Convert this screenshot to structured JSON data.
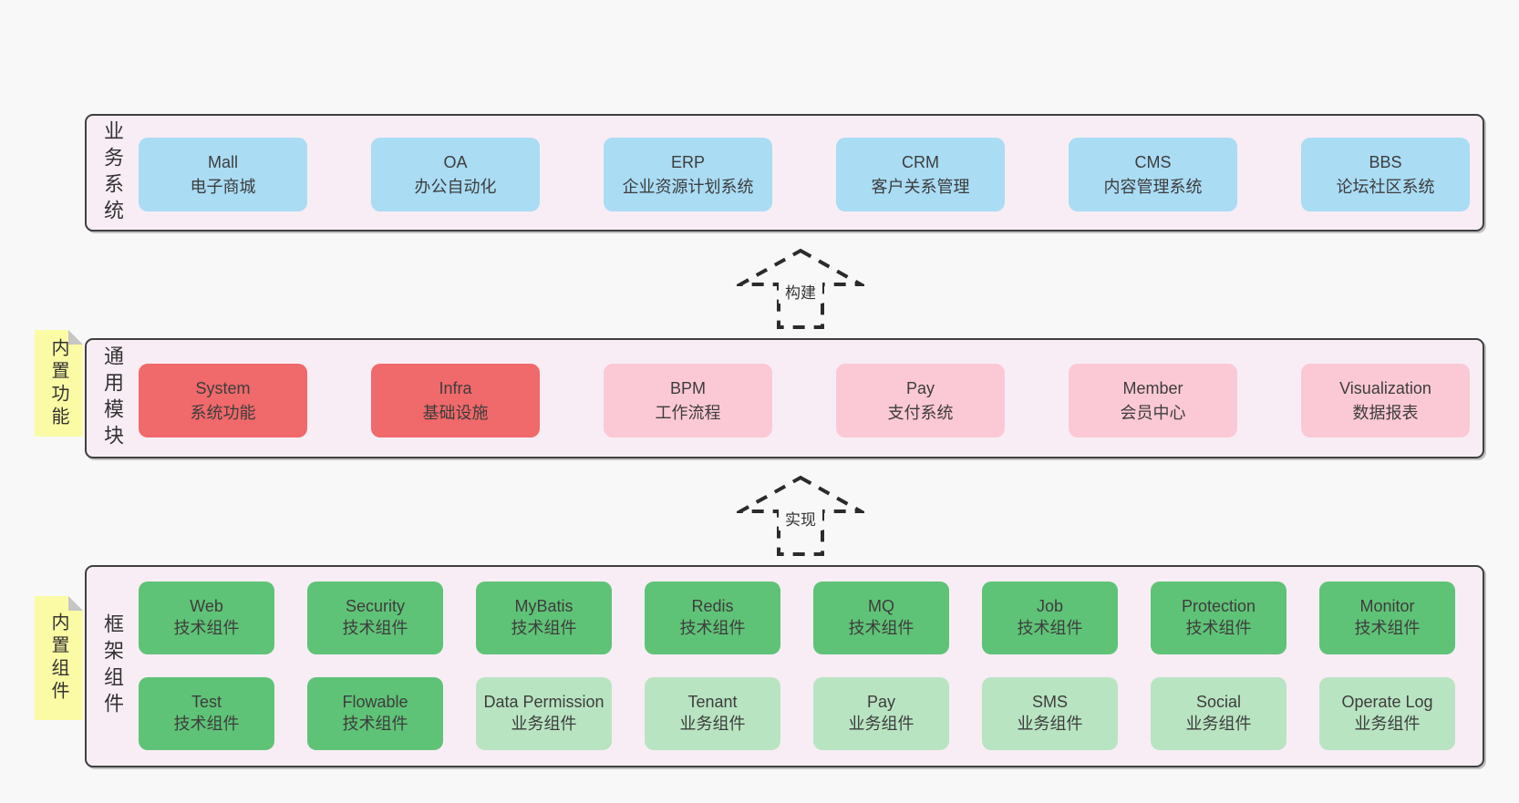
{
  "colors": {
    "page_bg": "#f8f8f8",
    "container_bg": "#f8edf5",
    "container_border": "#3f3f3f",
    "blue_box": "#aadcf4",
    "red_box": "#f0696b",
    "pink_box": "#fbc9d5",
    "green_dark_box": "#5fc377",
    "green_light_box": "#b9e4c2",
    "note_bg": "#fbfba5",
    "note_fold": "#c6c6c6",
    "arrow_dash": "#2b2b2b",
    "text": "#3d3d3d"
  },
  "business_layer": {
    "label": "业务系统",
    "boxes": [
      {
        "name": "Mall",
        "desc": "电子商城"
      },
      {
        "name": "OA",
        "desc": "办公自动化"
      },
      {
        "name": "ERP",
        "desc": "企业资源计划系统"
      },
      {
        "name": "CRM",
        "desc": "客户关系管理"
      },
      {
        "name": "CMS",
        "desc": "内容管理系统"
      },
      {
        "name": "BBS",
        "desc": "论坛社区系统"
      }
    ]
  },
  "build_arrow": {
    "label": "构建"
  },
  "module_layer": {
    "label": "通用模块",
    "note": "内置功能",
    "boxes": [
      {
        "name": "System",
        "desc": "系统功能"
      },
      {
        "name": "Infra",
        "desc": "基础设施"
      },
      {
        "name": "BPM",
        "desc": "工作流程"
      },
      {
        "name": "Pay",
        "desc": "支付系统"
      },
      {
        "name": "Member",
        "desc": "会员中心"
      },
      {
        "name": "Visualization",
        "desc": "数据报表"
      }
    ]
  },
  "implement_arrow": {
    "label": "实现"
  },
  "component_layer": {
    "label": "框架组件",
    "note": "内置组件",
    "row1": [
      {
        "name": "Web",
        "desc": "技术组件"
      },
      {
        "name": "Security",
        "desc": "技术组件"
      },
      {
        "name": "MyBatis",
        "desc": "技术组件"
      },
      {
        "name": "Redis",
        "desc": "技术组件"
      },
      {
        "name": "MQ",
        "desc": "技术组件"
      },
      {
        "name": "Job",
        "desc": "技术组件"
      },
      {
        "name": "Protection",
        "desc": "技术组件"
      },
      {
        "name": "Monitor",
        "desc": "技术组件"
      }
    ],
    "row2": [
      {
        "name": "Test",
        "desc": "技术组件"
      },
      {
        "name": "Flowable",
        "desc": "技术组件"
      },
      {
        "name": "Data Permission",
        "desc": "业务组件"
      },
      {
        "name": "Tenant",
        "desc": "业务组件"
      },
      {
        "name": "Pay",
        "desc": "业务组件"
      },
      {
        "name": "SMS",
        "desc": "业务组件"
      },
      {
        "name": "Social",
        "desc": "业务组件"
      },
      {
        "name": "Operate Log",
        "desc": "业务组件"
      }
    ]
  }
}
